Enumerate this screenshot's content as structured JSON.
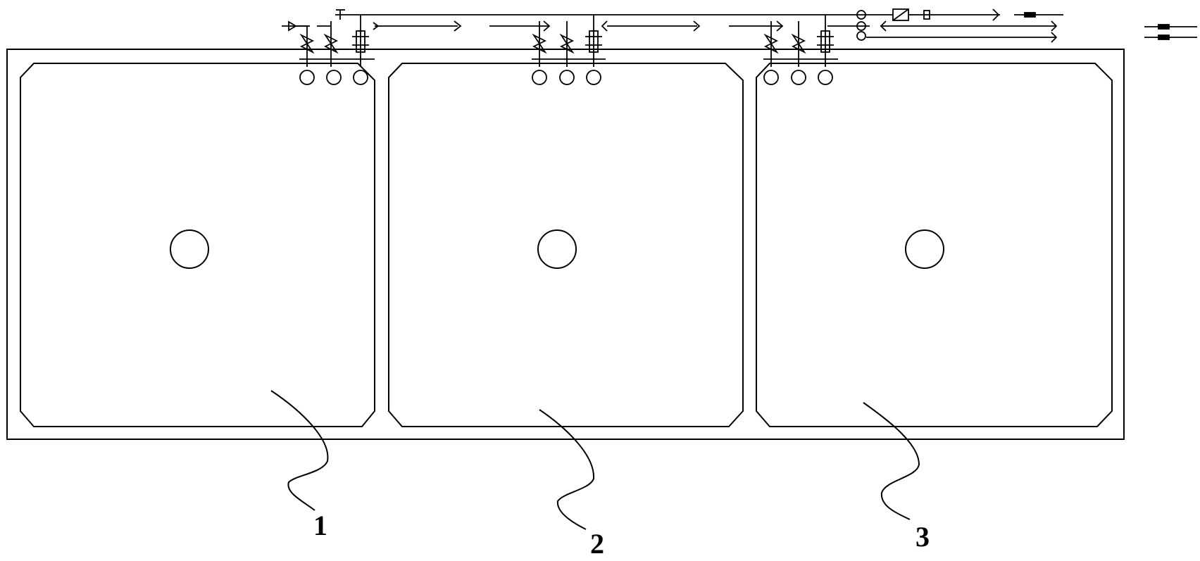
{
  "diagram": {
    "line_color": "#000000",
    "background": "#ffffff",
    "tanks": [
      {
        "id": "tank-1",
        "label": "1"
      },
      {
        "id": "tank-2",
        "label": "2"
      },
      {
        "id": "tank-3",
        "label": "3"
      }
    ],
    "symbols": {
      "valve": "gate-valve-icon",
      "flowmeter": "flowmeter-icon",
      "sensor": "sensor-circle-icon",
      "pump": "pump-icon",
      "outlet_pipe": "drain-hole-icon"
    }
  }
}
